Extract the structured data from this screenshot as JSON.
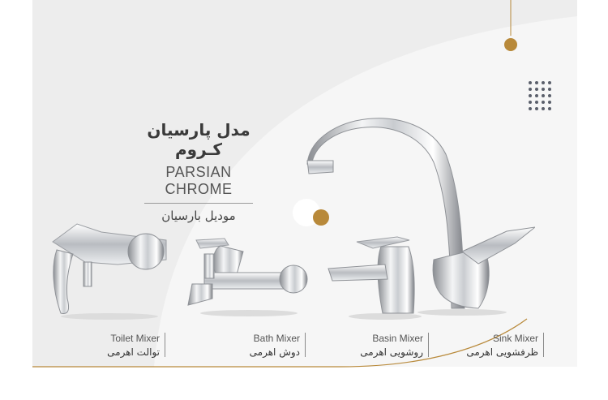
{
  "heading": {
    "title_fa": "مدل پارسیان کـروم",
    "title_en": "PARSIAN CHROME",
    "subtitle_fa": "موديل بارسيان"
  },
  "products": [
    {
      "en": "Toilet Mixer",
      "fa": "توالت اهرمی"
    },
    {
      "en": "Bath Mixer",
      "fa": "دوش اهرمی"
    },
    {
      "en": "Basin Mixer",
      "fa": "روشویی اهرمی"
    },
    {
      "en": "Sink Mixer",
      "fa": "ظرفشویی اهرمی"
    }
  ],
  "colors": {
    "gold": "#b8893a",
    "panel": "#ededed",
    "dots": "#5a5f6b"
  }
}
